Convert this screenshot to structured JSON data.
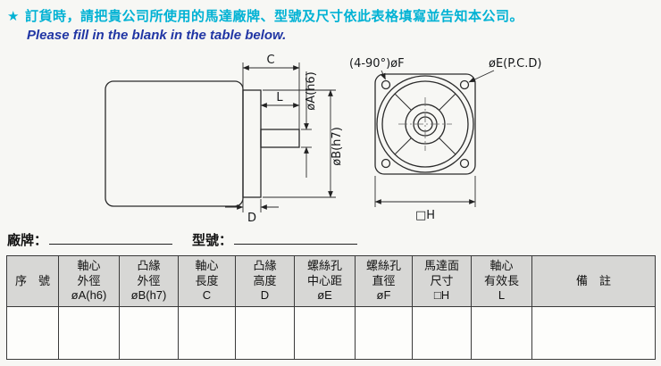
{
  "colors": {
    "heading_cyan": "#00b2d4",
    "heading_blue": "#2136a4",
    "table_header_bg": "#d7d7d5",
    "drawing_line": "#2b2b2b"
  },
  "header": {
    "star": "★",
    "note_zh": "訂貨時，請把貴公司所使用的馬達廠牌、型號及尺寸依此表格填寫並告知本公司。",
    "note_en": "Please fill in the blank in the table below."
  },
  "diagram": {
    "side_view": {
      "dim_shaft_length": "C",
      "dim_shaft_effective": "L",
      "dim_shaft_od": "øA(h6)",
      "dim_flange_od": "øB(h7)",
      "dim_flange_height": "D"
    },
    "front_view": {
      "screw_holes": "(4-90°)øF",
      "pitch_circle": "øE(P.C.D)",
      "face_size": "□H"
    }
  },
  "form": {
    "brand_label": "廠牌：",
    "model_label": "型號：",
    "brand_value": "",
    "model_value": ""
  },
  "table": {
    "headers": [
      [
        "序　號"
      ],
      [
        "軸心",
        "外徑",
        "øA(h6)"
      ],
      [
        "凸緣",
        "外徑",
        "øB(h7)"
      ],
      [
        "軸心",
        "長度",
        "C"
      ],
      [
        "凸緣",
        "高度",
        "D"
      ],
      [
        "螺絲孔",
        "中心距",
        "øE"
      ],
      [
        "螺絲孔",
        "直徑",
        "øF"
      ],
      [
        "馬達面",
        "尺寸",
        "□H"
      ],
      [
        "軸心",
        "有效長",
        "L"
      ],
      [
        "備　註"
      ]
    ],
    "rows": [
      [
        "",
        "",
        "",
        "",
        "",
        "",
        "",
        "",
        "",
        ""
      ]
    ]
  }
}
